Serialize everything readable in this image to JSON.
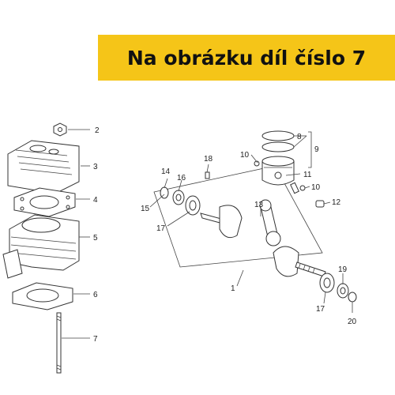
{
  "banner": {
    "text": "Na obrázku díl číslo 7",
    "color": "#f5c518"
  },
  "callouts": [
    "2",
    "3",
    "4",
    "5",
    "6",
    "7",
    "8",
    "9",
    "10",
    "10",
    "11",
    "12",
    "13",
    "14",
    "15",
    "16",
    "17",
    "17",
    "18",
    "19",
    "20",
    "1"
  ]
}
